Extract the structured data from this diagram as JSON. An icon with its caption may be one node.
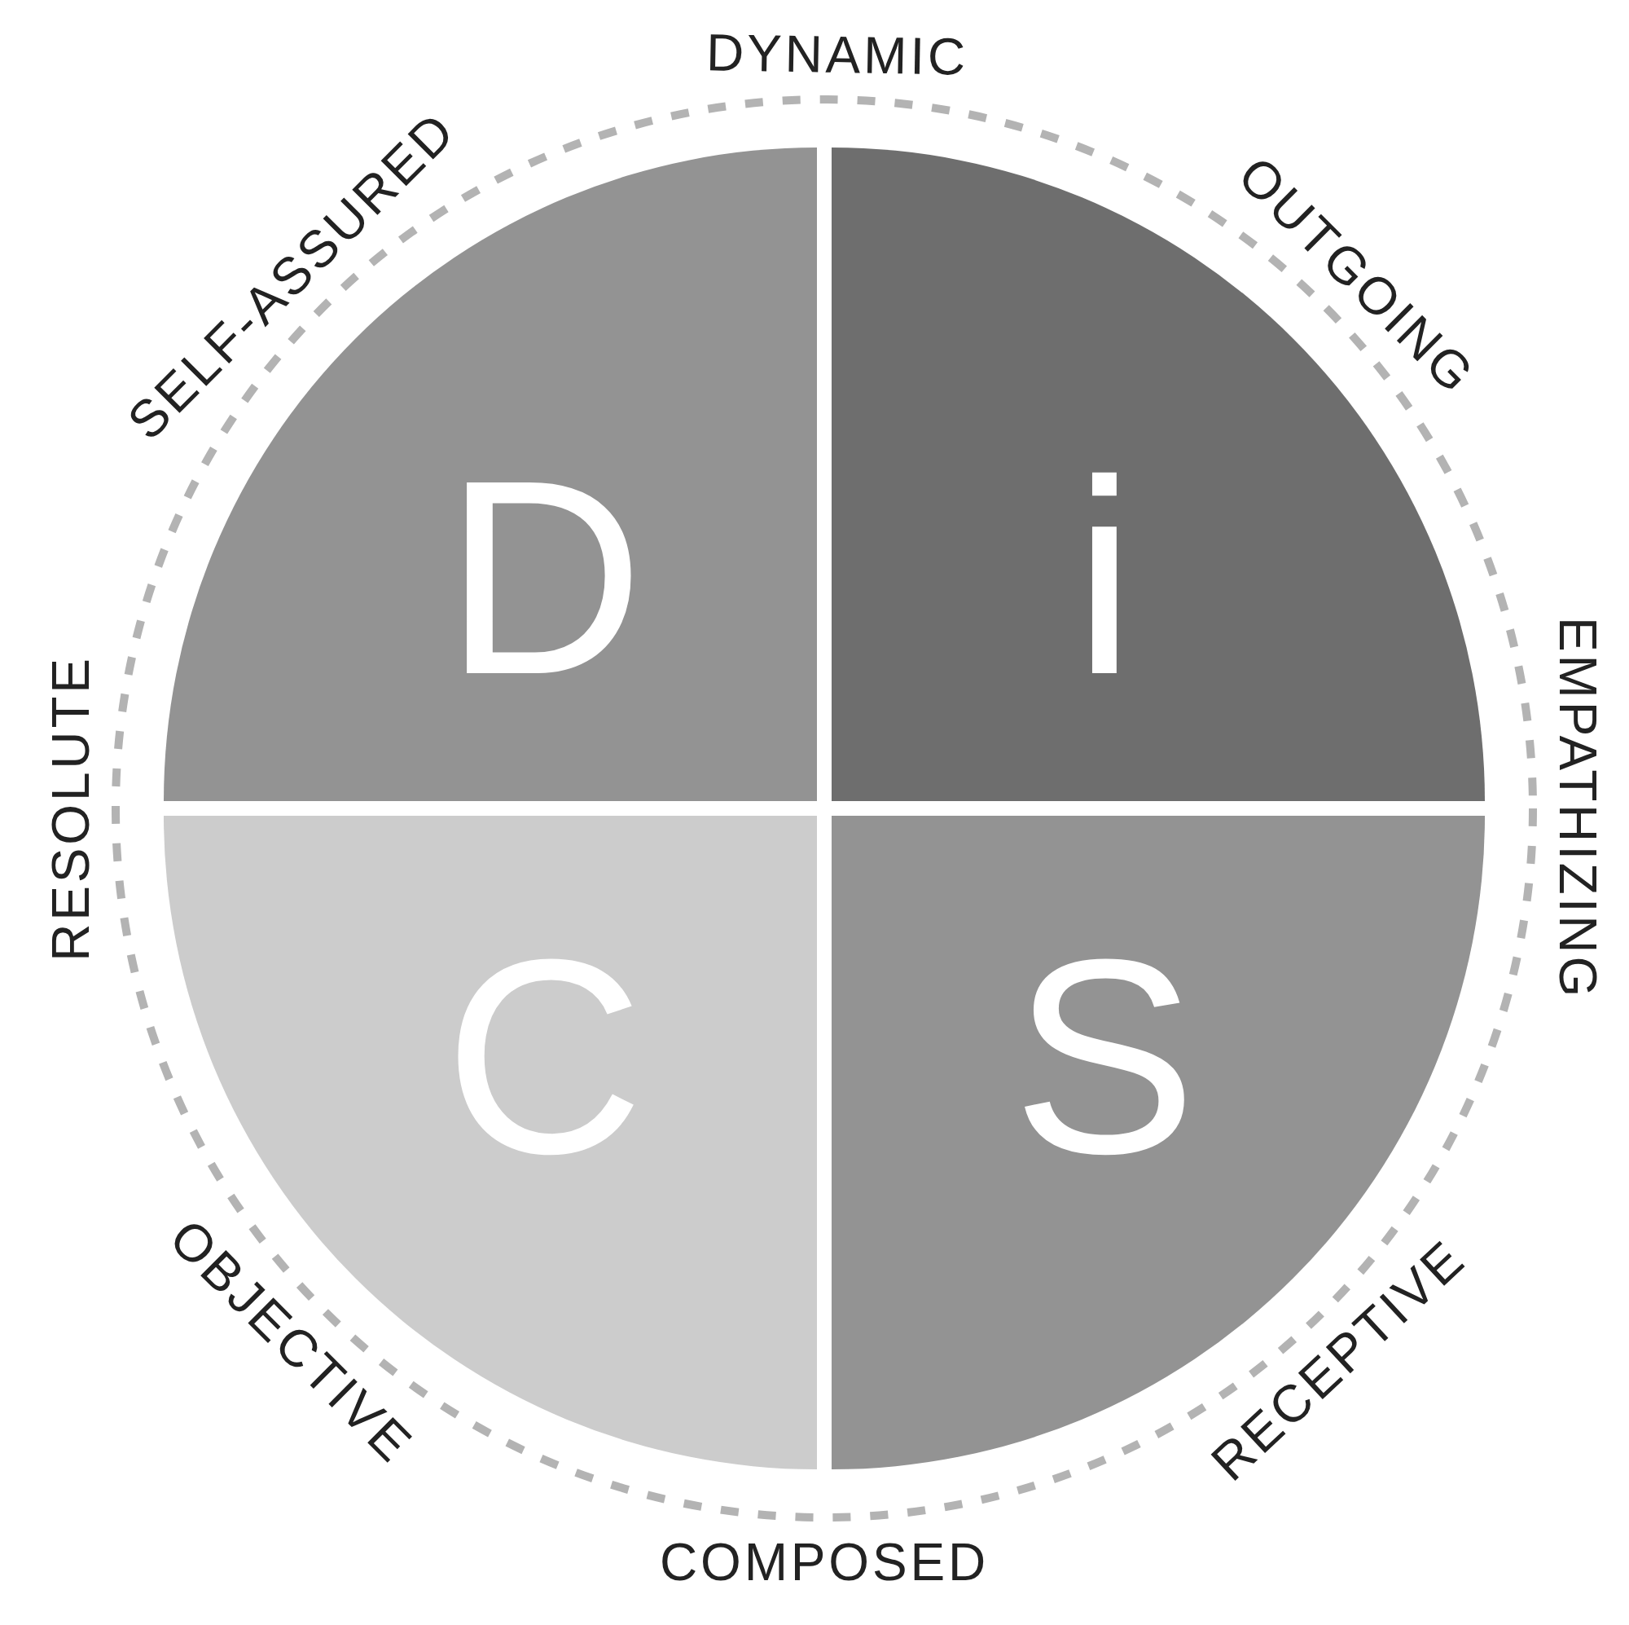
{
  "diagram": {
    "nodes": [
      {
        "text": [
          "D"
        ]
      },
      {
        "text": [
          "i"
        ]
      },
      {
        "text": [
          "C"
        ]
      },
      {
        "text": [
          "S"
        ]
      }
    ],
    "labels": [
      "DYNAMIC",
      "OUTGOING",
      "EMPATHIZING",
      "RECEPTIVE",
      "COMPOSED",
      "OBJECTIVE",
      "RESOLUTE",
      "SELF-ASSURED"
    ]
  }
}
